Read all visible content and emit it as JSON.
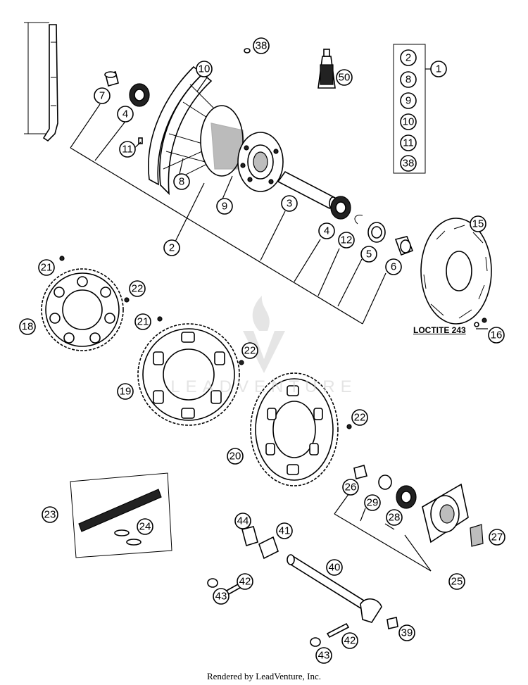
{
  "diagram": {
    "callouts": [
      "1",
      "2",
      "3",
      "4",
      "4",
      "5",
      "6",
      "7",
      "8",
      "9",
      "10",
      "11",
      "12",
      "15",
      "16",
      "18",
      "19",
      "20",
      "21",
      "21",
      "22",
      "22",
      "22",
      "23",
      "24",
      "25",
      "26",
      "27",
      "28",
      "29",
      "38",
      "39",
      "40",
      "41",
      "42",
      "42",
      "43",
      "43",
      "44",
      "50"
    ],
    "kit_items": [
      "2",
      "8",
      "9",
      "10",
      "11",
      "38"
    ],
    "loctite_label": "LOCTITE 243",
    "watermark_text": "LEADVENTURE",
    "footer": "Rendered by LeadVenture, Inc."
  },
  "colors": {
    "line": "#000000",
    "background": "#ffffff",
    "watermark": "#cfcfcf"
  }
}
